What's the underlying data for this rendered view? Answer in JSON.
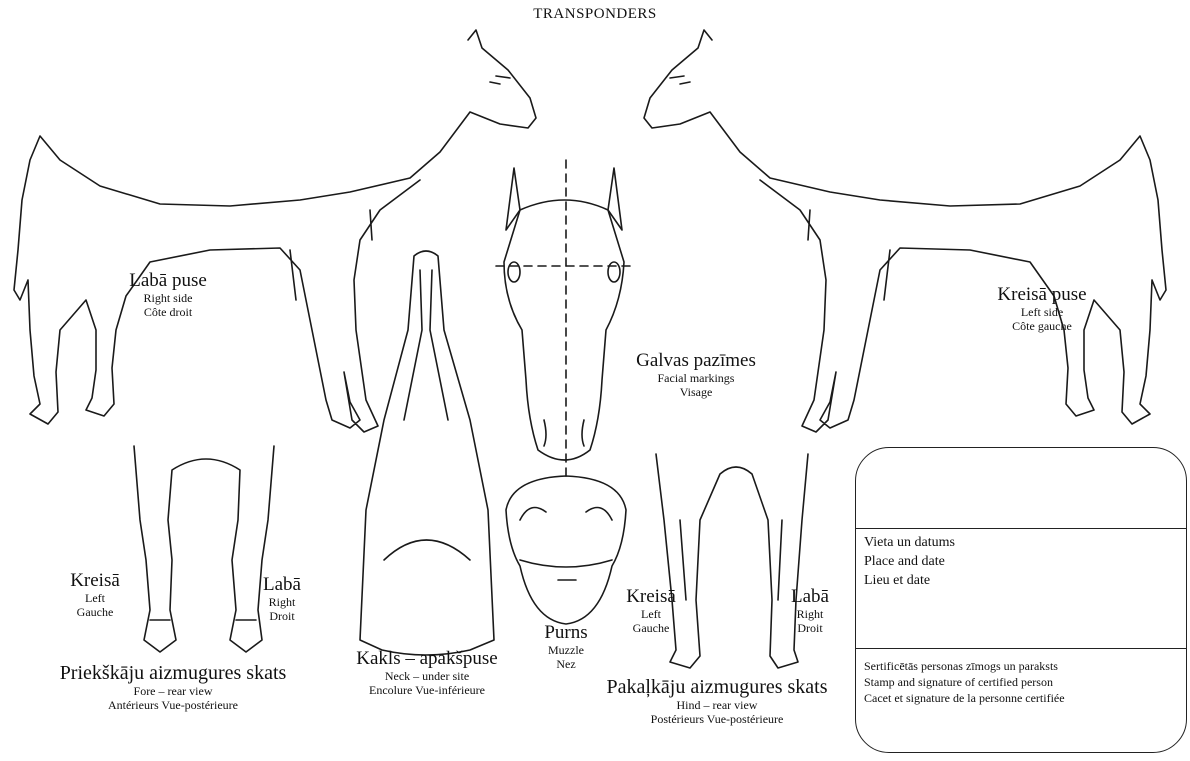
{
  "title": "TRANSPONDERS",
  "right_side": {
    "lv": "Labā puse",
    "en": "Right side",
    "fr": "Côte droit"
  },
  "left_side": {
    "lv": "Kreisā puse",
    "en": "Left side",
    "fr": "Côte gauche"
  },
  "face": {
    "lv": "Galvas pazīmes",
    "en": "Facial markings",
    "fr": "Visage"
  },
  "muzzle": {
    "lv": "Purns",
    "en": "Muzzle",
    "fr": "Nez"
  },
  "neck": {
    "lv": "Kakls – apakšpuse",
    "en": "Neck – under site",
    "fr": "Encolure Vue-inférieure"
  },
  "fore": {
    "left": {
      "lv": "Kreisā",
      "en": "Left",
      "fr": "Gauche"
    },
    "right": {
      "lv": "Labā",
      "en": "Right",
      "fr": "Droit"
    },
    "lv": "Priekškāju aizmugures skats",
    "en": "Fore – rear view",
    "fr": "Antérieurs Vue-postérieure"
  },
  "hind": {
    "left": {
      "lv": "Kreisā",
      "en": "Left",
      "fr": "Gauche"
    },
    "right": {
      "lv": "Labā",
      "en": "Right",
      "fr": "Droit"
    },
    "lv": "Pakaļkāju aizmugures skats",
    "en": "Hind – rear view",
    "fr": "Postérieurs Vue-postérieure"
  },
  "box": {
    "place_lv": "Vieta un datums",
    "place_en": "Place and date",
    "place_fr": "Lieu et date",
    "stamp_lv": "Sertificētās personas zīmogs un paraksts",
    "stamp_en": "Stamp and signature of certified person",
    "stamp_fr": "Cacet et signature de la personne certifiée"
  }
}
